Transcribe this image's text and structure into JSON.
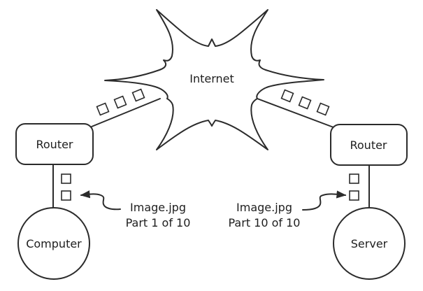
{
  "diagram": {
    "type": "network-packet-transfer",
    "colors": {
      "stroke": "#2b2b2b",
      "text": "#1e1e1e",
      "background": "#ffffff"
    },
    "cloud": {
      "label": "Internet"
    },
    "nodes": {
      "left_router": {
        "label": "Router"
      },
      "right_router": {
        "label": "Router"
      },
      "computer": {
        "label": "Computer"
      },
      "server": {
        "label": "Server"
      }
    },
    "annotations": {
      "left": {
        "line1": "Image.jpg",
        "line2": "Part 1 of 10"
      },
      "right": {
        "line1": "Image.jpg",
        "line2": "Part 10 of 10"
      }
    },
    "packets": {
      "left_internet_link": 3,
      "right_internet_link": 3,
      "left_local_link": 2,
      "right_local_link": 2
    }
  }
}
